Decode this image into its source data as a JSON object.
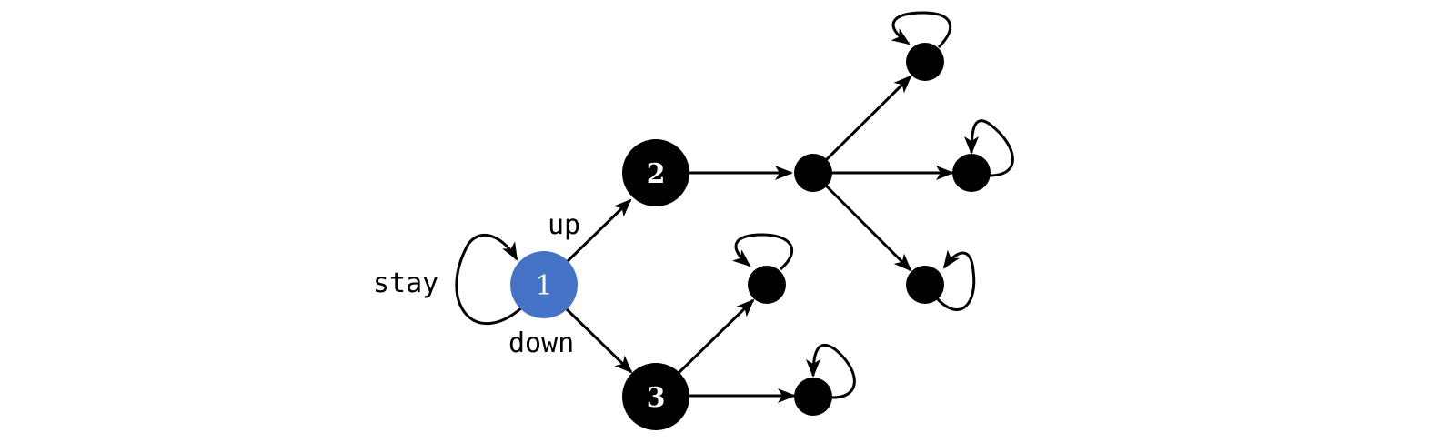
{
  "colors": {
    "start_node": "#4472c4",
    "node": "#000000",
    "edge": "#000000",
    "label_text": "#ffffff"
  },
  "nodes": [
    {
      "id": "n1",
      "label": "1",
      "start": true
    },
    {
      "id": "n2",
      "label": "2"
    },
    {
      "id": "n3",
      "label": "3"
    },
    {
      "id": "n4",
      "label": ""
    },
    {
      "id": "n5",
      "label": ""
    },
    {
      "id": "n6",
      "label": ""
    },
    {
      "id": "n7",
      "label": ""
    },
    {
      "id": "n8",
      "label": ""
    },
    {
      "id": "n9",
      "label": ""
    }
  ],
  "edges": [
    {
      "from": "n1",
      "to": "n1",
      "label": "stay",
      "self_loop": true
    },
    {
      "from": "n1",
      "to": "n2",
      "label": "up"
    },
    {
      "from": "n1",
      "to": "n3",
      "label": "down"
    },
    {
      "from": "n2",
      "to": "n4",
      "label": ""
    },
    {
      "from": "n4",
      "to": "n5",
      "label": ""
    },
    {
      "from": "n4",
      "to": "n6",
      "label": ""
    },
    {
      "from": "n4",
      "to": "n7",
      "label": ""
    },
    {
      "from": "n3",
      "to": "n8",
      "label": ""
    },
    {
      "from": "n3",
      "to": "n9",
      "label": ""
    },
    {
      "from": "n5",
      "to": "n5",
      "label": "",
      "self_loop": true
    },
    {
      "from": "n6",
      "to": "n6",
      "label": "",
      "self_loop": true
    },
    {
      "from": "n7",
      "to": "n7",
      "label": "",
      "self_loop": true
    },
    {
      "from": "n8",
      "to": "n8",
      "label": "",
      "self_loop": true
    },
    {
      "from": "n9",
      "to": "n9",
      "label": "",
      "self_loop": true
    }
  ]
}
